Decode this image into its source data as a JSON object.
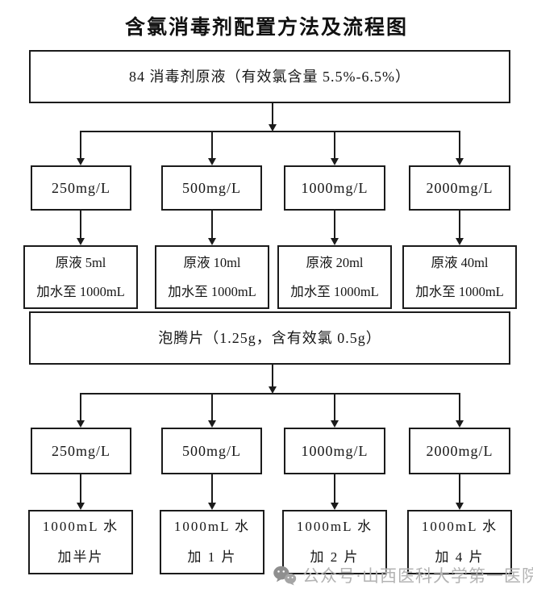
{
  "title": "含氯消毒剂配置方法及流程图",
  "watermark": {
    "icon": "wechat-public-account-icon",
    "text": "公众号·山西医科大学第一医院"
  },
  "colors": {
    "line": "#1b1b1b",
    "watermark": "#b3b3b3",
    "page_background": "#ffffff"
  },
  "flowchart": {
    "liquid_section": {
      "source": "84 消毒剂原液（有效氯含量 5.5%-6.5%）",
      "concentrations": [
        "250mg/L",
        "500mg/L",
        "1000mg/L",
        "2000mg/L"
      ],
      "recipes": [
        {
          "line1": "原液 5ml",
          "line2": "加水至 1000mL"
        },
        {
          "line1": "原液 10ml",
          "line2": "加水至 1000mL"
        },
        {
          "line1": "原液 20ml",
          "line2": "加水至 1000mL"
        },
        {
          "line1": "原液 40ml",
          "line2": "加水至 1000mL"
        }
      ]
    },
    "tablet_section": {
      "source": "泡腾片（1.25g，含有效氯 0.5g）",
      "concentrations": [
        "250mg/L",
        "500mg/L",
        "1000mg/L",
        "2000mg/L"
      ],
      "recipes": [
        {
          "line1": "1000mL 水",
          "line2": "加半片"
        },
        {
          "line1": "1000mL 水",
          "line2": "加 1 片"
        },
        {
          "line1": "1000mL 水",
          "line2": "加 2 片"
        },
        {
          "line1": "1000mL 水",
          "line2": "加 4 片"
        }
      ]
    }
  }
}
